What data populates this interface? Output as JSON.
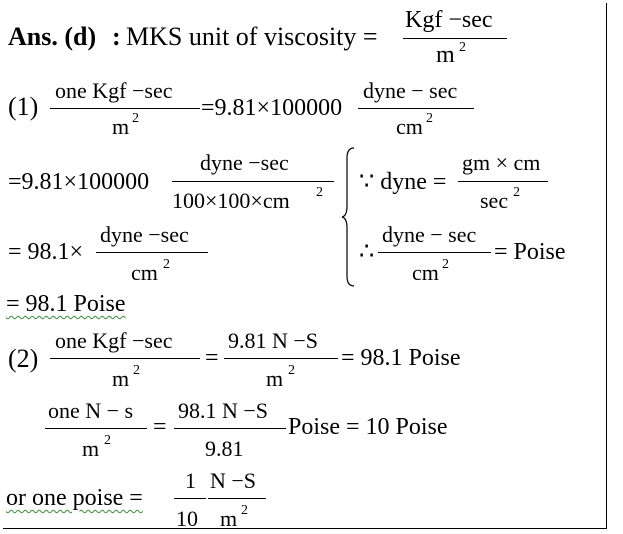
{
  "ans": {
    "label": "Ans. (d)",
    "colon": ":",
    "text": "MKS unit of viscosity =",
    "num": "Kgf −sec",
    "den": "m",
    "den_exp": "2"
  },
  "step1": {
    "label": "(1)",
    "lhs_num": "one Kgf −sec",
    "lhs_den": "m",
    "lhs_exp": "2",
    "mid": "=9.81×100000",
    "rhs_num": "dyne − sec",
    "rhs_den": "cm",
    "rhs_exp": "2"
  },
  "step2": {
    "lead": "=9.81×100000",
    "num": "dyne −sec",
    "den": "100×100×cm",
    "den_exp": "2"
  },
  "note1": {
    "because": "∵ dyne =",
    "num": "gm × cm",
    "den": "sec",
    "den_exp": "2"
  },
  "step3": {
    "lead": "= 98.1×",
    "num": "dyne −sec",
    "den": "cm",
    "den_exp": "2"
  },
  "note2": {
    "therefore": "∴",
    "num": "dyne − sec",
    "den": "cm",
    "den_exp": "2",
    "rhs": "= Poise"
  },
  "result1": "= 98.1 Poise",
  "step4": {
    "label": "(2)",
    "lhs_num": "one Kgf −sec",
    "lhs_den": "m",
    "lhs_exp": "2",
    "eq": "=",
    "mid_num": "9.81 N −S",
    "mid_den": "m",
    "mid_exp": "2",
    "rhs": "= 98.1 Poise"
  },
  "step5": {
    "lhs_num": "one N − s",
    "lhs_den": "m",
    "lhs_exp": "2",
    "eq": "=",
    "mid_num": "98.1 N −S",
    "mid_den": "9.81",
    "rhs": "Poise = 10 Poise"
  },
  "step6": {
    "lead": "or one poise =",
    "frac1_num": "1",
    "frac1_den": "10",
    "frac2_num": "N −S",
    "frac2_den": "m",
    "frac2_exp": "2"
  }
}
